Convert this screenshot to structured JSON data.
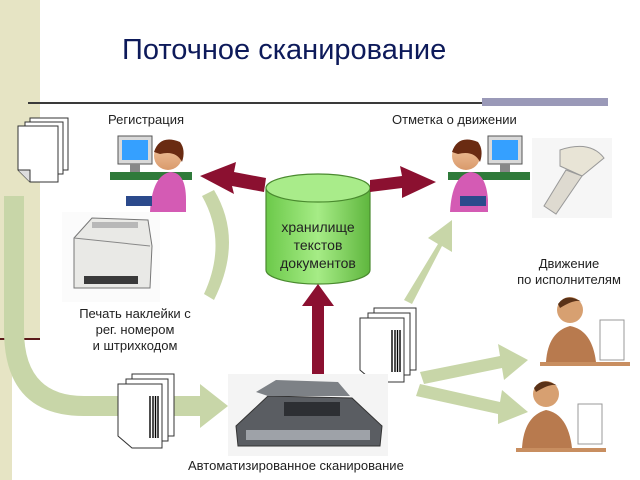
{
  "title": "Поточное сканирование",
  "labels": {
    "registration": "Регистрация",
    "movement_mark": "Отметка о движении",
    "storage_line1": "хранилище",
    "storage_line2": "текстов",
    "storage_line3": "документов",
    "movement_line1": "Движение",
    "movement_line2": "по исполнителям",
    "print_line1": "Печать наклейки с",
    "print_line2": "рег. номером",
    "print_line3": "и штрихкодом",
    "auto_scan": "Автоматизированное сканирование"
  },
  "colors": {
    "title": "#0d1a5a",
    "arrow_dark_red": "#8b1030",
    "arrow_light_green": "#c8d6a8",
    "storage_fill": "#8fdc6e"
  },
  "icons": [
    "document-stack-icon",
    "operator-at-computer-icon",
    "label-printer-icon",
    "barcode-scanner-icon",
    "document-scanner-icon",
    "barcode-document-stack-icon",
    "executive-person-icon"
  ]
}
